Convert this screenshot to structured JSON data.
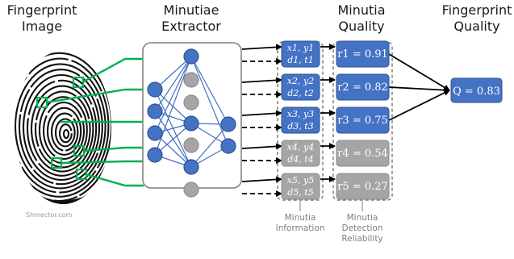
{
  "headers": {
    "fingerprint_image": [
      "Fingerprint",
      "Image"
    ],
    "minutiae_extractor": [
      "Minutiae",
      "Extractor"
    ],
    "minutia_quality": [
      "Minutia",
      "Quality"
    ],
    "fingerprint_quality": [
      "Fingerprint",
      "Quality"
    ]
  },
  "watermark": "Shmector.com",
  "captions": {
    "minutia_information": [
      "Minutia",
      "Information"
    ],
    "minutia_detection_reliability": [
      "Minutia",
      "Detection",
      "Reliability"
    ]
  },
  "minutiae": [
    {
      "index": "1",
      "reliability": "0.91",
      "active": true
    },
    {
      "index": "2",
      "reliability": "0.82",
      "active": true
    },
    {
      "index": "3",
      "reliability": "0.75",
      "active": true
    },
    {
      "index": "4",
      "reliability": "0.54",
      "active": false
    },
    {
      "index": "5",
      "reliability": "0.27",
      "active": false
    }
  ],
  "fingerprint_quality_value": "0.83",
  "colors": {
    "active_fill": "#4472c4",
    "active_stroke": "#2f528f",
    "inactive_fill": "#a5a5a5",
    "inactive_stroke": "#8c8c8c",
    "connector": "#00b050",
    "network_edge": "#4472c4",
    "arrow": "#000000",
    "group_border": "#7f7f7f"
  },
  "network": {
    "layers": [
      [
        true,
        true,
        true,
        true
      ],
      [
        true,
        false,
        false,
        true,
        false,
        true,
        false
      ],
      [
        true,
        true
      ]
    ]
  }
}
